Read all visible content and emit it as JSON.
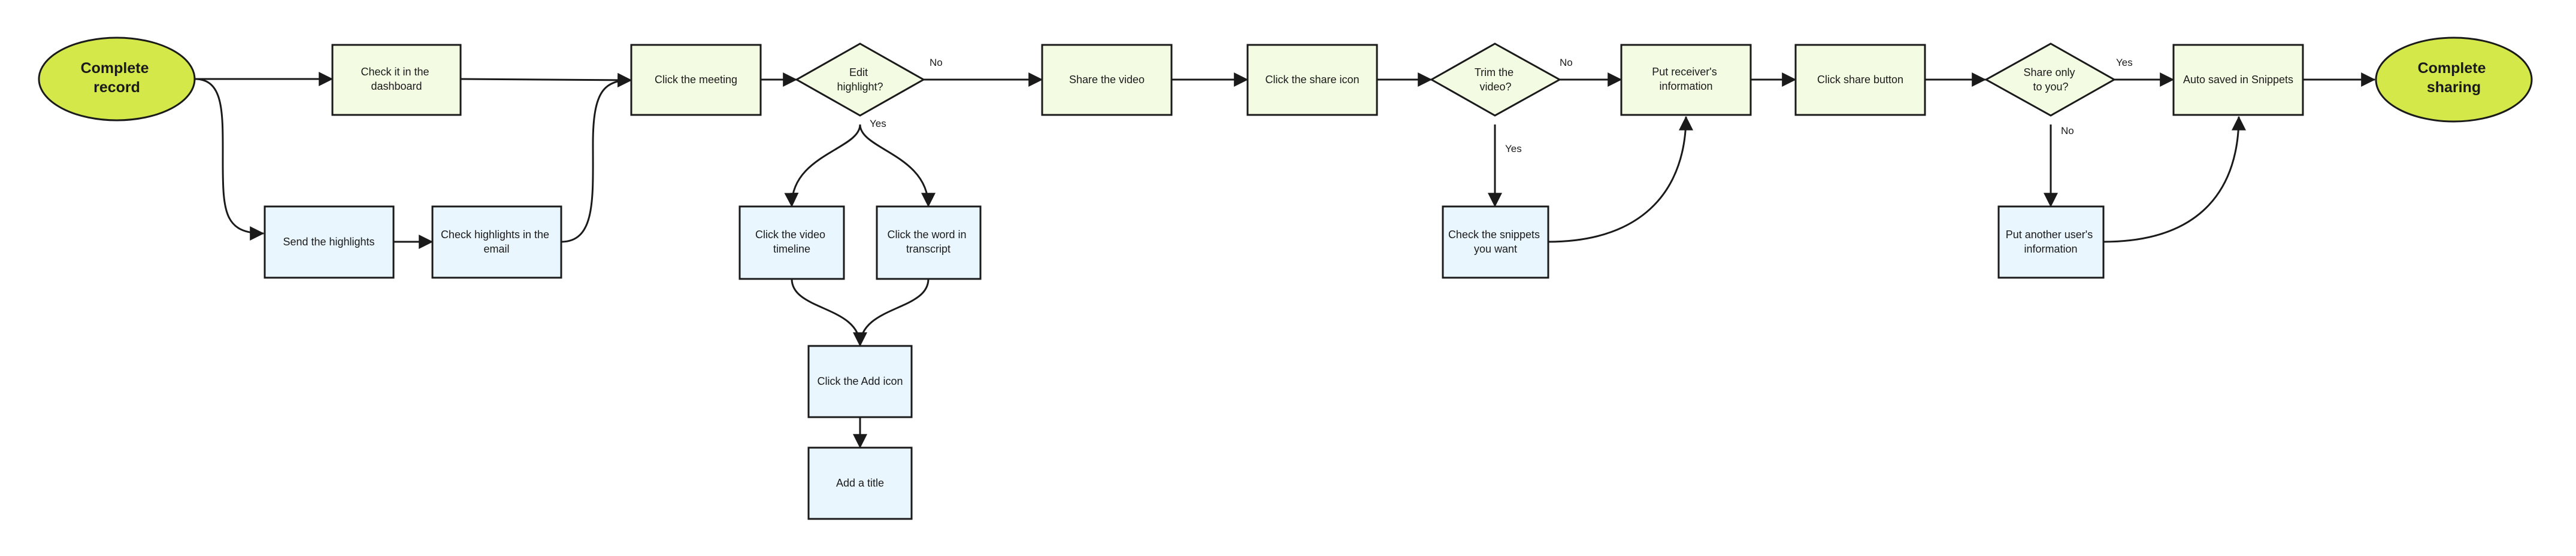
{
  "colors": {
    "oval_fill": "#d4e84a",
    "main_fill": "#f3fbe3",
    "branch_fill": "#e9f6fd",
    "stroke": "#1a1a1a"
  },
  "nodes": {
    "complete_record": {
      "shape": "oval",
      "lines": [
        "Complete",
        "record"
      ]
    },
    "check_dashboard": {
      "shape": "rect",
      "style": "main",
      "lines": [
        "Check it in the",
        "dashboard"
      ]
    },
    "send_highlights": {
      "shape": "rect",
      "style": "branch",
      "lines": [
        "Send the highlights"
      ]
    },
    "check_email": {
      "shape": "rect",
      "style": "branch",
      "lines": [
        "Check highlights in the",
        "email"
      ]
    },
    "click_meeting": {
      "shape": "rect",
      "style": "main",
      "lines": [
        "Click the meeting"
      ]
    },
    "edit_highlight": {
      "shape": "diamond",
      "lines": [
        "Edit",
        "highlight?"
      ]
    },
    "click_timeline": {
      "shape": "rect",
      "style": "branch",
      "lines": [
        "Click the video",
        "timeline"
      ]
    },
    "click_word": {
      "shape": "rect",
      "style": "branch",
      "lines": [
        "Click the word in",
        "transcript"
      ]
    },
    "click_add": {
      "shape": "rect",
      "style": "branch",
      "lines": [
        "Click the Add icon"
      ]
    },
    "add_title": {
      "shape": "rect",
      "style": "branch",
      "lines": [
        "Add a title"
      ]
    },
    "share_video": {
      "shape": "rect",
      "style": "main",
      "lines": [
        "Share the video"
      ]
    },
    "click_share_icon": {
      "shape": "rect",
      "style": "main",
      "lines": [
        "Click the share icon"
      ]
    },
    "trim_video": {
      "shape": "diamond",
      "lines": [
        "Trim the",
        "video?"
      ]
    },
    "check_snippets": {
      "shape": "rect",
      "style": "branch",
      "lines": [
        "Check the snippets",
        "you want"
      ]
    },
    "receiver_info": {
      "shape": "rect",
      "style": "main",
      "lines": [
        "Put receiver's",
        "information"
      ]
    },
    "click_share_button": {
      "shape": "rect",
      "style": "main",
      "lines": [
        "Click share button"
      ]
    },
    "share_only_you": {
      "shape": "diamond",
      "lines": [
        "Share only",
        "to you?"
      ]
    },
    "another_user": {
      "shape": "rect",
      "style": "branch",
      "lines": [
        "Put another user's",
        "information"
      ]
    },
    "auto_saved": {
      "shape": "rect",
      "style": "main",
      "lines": [
        "Auto saved in Snippets"
      ]
    },
    "complete_sharing": {
      "shape": "oval",
      "lines": [
        "Complete",
        "sharing"
      ]
    }
  },
  "edges": [
    {
      "from": "complete_record",
      "to": "check_dashboard",
      "label": ""
    },
    {
      "from": "complete_record",
      "to": "send_highlights",
      "label": ""
    },
    {
      "from": "send_highlights",
      "to": "check_email",
      "label": ""
    },
    {
      "from": "check_dashboard",
      "to": "click_meeting",
      "label": ""
    },
    {
      "from": "check_email",
      "to": "click_meeting",
      "label": ""
    },
    {
      "from": "click_meeting",
      "to": "edit_highlight",
      "label": ""
    },
    {
      "from": "edit_highlight",
      "to": "share_video",
      "label": "No"
    },
    {
      "from": "edit_highlight",
      "to": "click_timeline",
      "label": "Yes"
    },
    {
      "from": "edit_highlight",
      "to": "click_word",
      "label": ""
    },
    {
      "from": "click_timeline",
      "to": "click_add",
      "label": ""
    },
    {
      "from": "click_word",
      "to": "click_add",
      "label": ""
    },
    {
      "from": "click_add",
      "to": "add_title",
      "label": ""
    },
    {
      "from": "share_video",
      "to": "click_share_icon",
      "label": ""
    },
    {
      "from": "click_share_icon",
      "to": "trim_video",
      "label": ""
    },
    {
      "from": "trim_video",
      "to": "receiver_info",
      "label": "No"
    },
    {
      "from": "trim_video",
      "to": "check_snippets",
      "label": "Yes"
    },
    {
      "from": "check_snippets",
      "to": "receiver_info",
      "label": ""
    },
    {
      "from": "receiver_info",
      "to": "click_share_button",
      "label": ""
    },
    {
      "from": "click_share_button",
      "to": "share_only_you",
      "label": ""
    },
    {
      "from": "share_only_you",
      "to": "auto_saved",
      "label": "Yes"
    },
    {
      "from": "share_only_you",
      "to": "another_user",
      "label": "No"
    },
    {
      "from": "another_user",
      "to": "auto_saved",
      "label": ""
    },
    {
      "from": "auto_saved",
      "to": "complete_sharing",
      "label": ""
    }
  ]
}
